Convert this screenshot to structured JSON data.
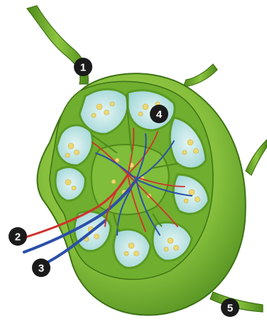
{
  "diagram": {
    "callouts": [
      {
        "id": "callout-1",
        "label": "1"
      },
      {
        "id": "callout-2",
        "label": "2"
      },
      {
        "id": "callout-3",
        "label": "3"
      },
      {
        "id": "callout-4",
        "label": "4"
      },
      {
        "id": "callout-5",
        "label": "5"
      }
    ],
    "colors": {
      "capsule": "#8cc63f",
      "capsule_dark": "#4f8a1c",
      "sinus": "#bfe6e8",
      "follicle": "#e8d36a",
      "artery": "#d0312d",
      "vein": "#2b4fa8"
    }
  }
}
